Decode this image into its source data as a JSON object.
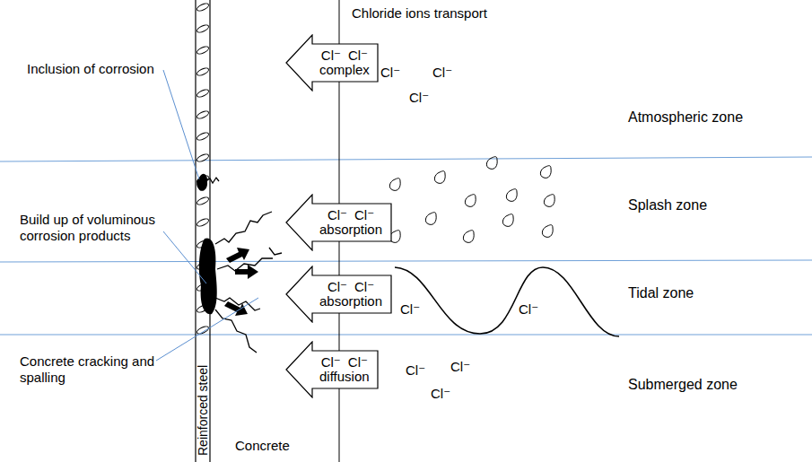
{
  "diagram": {
    "nodes": [
      {
        "text": [
          "Cl⁻",
          "Cl⁻",
          "complex"
        ]
      },
      {
        "text": [
          "Cl⁻",
          "Cl⁻",
          "absorption"
        ]
      },
      {
        "text": [
          "Cl⁻",
          "Cl⁻",
          "absorption"
        ]
      },
      {
        "text": [
          "Cl⁻",
          "Cl⁻",
          "diffusion"
        ]
      }
    ],
    "labels": [
      "Chloride ions transport",
      "Inclusion of corrosion",
      "Build up of voluminous corrosion products",
      "Concrete cracking and spalling",
      "Reinforced steel",
      "Concrete",
      "Atmospheric zone",
      "Splash zone",
      "Tidal zone",
      "Submerged zone",
      "Cl⁻",
      "Cl⁻",
      "Cl⁻",
      "Cl⁻",
      "Cl⁻",
      "Cl⁻",
      "Cl⁻",
      "Cl⁻"
    ]
  }
}
